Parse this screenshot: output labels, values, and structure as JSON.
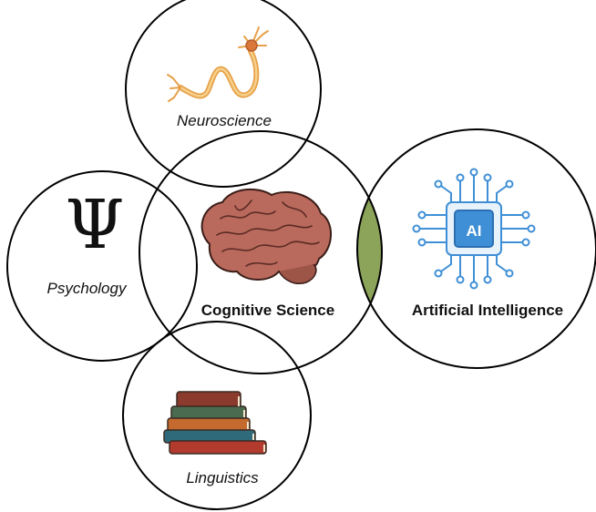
{
  "diagram": {
    "nodes": [
      {
        "id": "neuroscience",
        "label": "Neuroscience",
        "icon": "neuron-icon"
      },
      {
        "id": "psychology",
        "label": "Psychology",
        "icon": "psi-symbol-icon",
        "icon_glyph": "Ψ"
      },
      {
        "id": "cognitive_science",
        "label": "Cognitive Science",
        "icon": "brain-icon"
      },
      {
        "id": "artificial_intelligence",
        "label": "Artificial Intelligence",
        "icon": "ai-chip-icon",
        "icon_text": "AI"
      },
      {
        "id": "linguistics",
        "label": "Linguistics",
        "icon": "books-icon"
      }
    ],
    "highlight": {
      "between": [
        "cognitive_science",
        "artificial_intelligence"
      ],
      "color": "#8ca35a"
    },
    "colors": {
      "outline": "#000000",
      "neuron": "#e6a14a",
      "brain": "#b96a5c",
      "chip": "#3f8fd6",
      "books": [
        "#8a3b2e",
        "#4a6b4f",
        "#c46a2f",
        "#2f6a7a",
        "#b33b2e"
      ]
    }
  }
}
